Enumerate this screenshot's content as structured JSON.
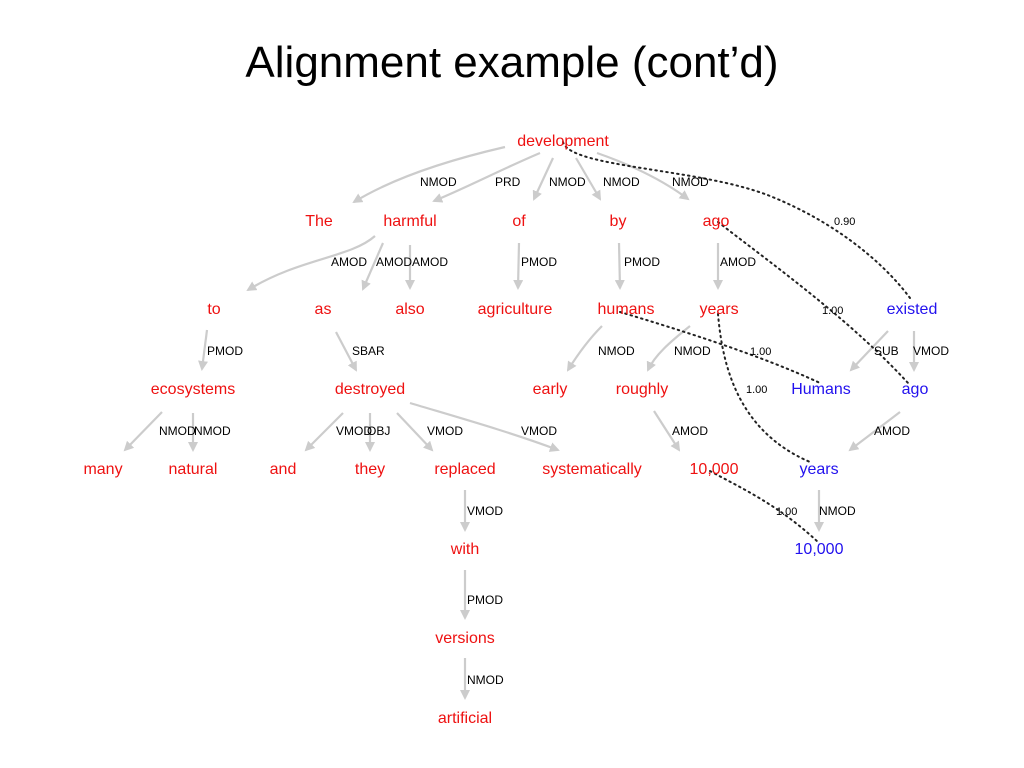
{
  "title": "Alignment example (cont’d)",
  "colors": {
    "source_tree": "#ee1111",
    "target_tree": "#2211ee",
    "edge": "#cccccc",
    "alignment": "#222222"
  },
  "source_nodes": [
    {
      "id": "development",
      "text": "development"
    },
    {
      "id": "the",
      "text": "The"
    },
    {
      "id": "harmful",
      "text": "harmful"
    },
    {
      "id": "of",
      "text": "of"
    },
    {
      "id": "by",
      "text": "by"
    },
    {
      "id": "ago_s",
      "text": "ago"
    },
    {
      "id": "to",
      "text": "to"
    },
    {
      "id": "as",
      "text": "as"
    },
    {
      "id": "also",
      "text": "also"
    },
    {
      "id": "agriculture",
      "text": "agriculture"
    },
    {
      "id": "humans_s",
      "text": "humans"
    },
    {
      "id": "years_s",
      "text": "years"
    },
    {
      "id": "ecosystems",
      "text": "ecosystems"
    },
    {
      "id": "destroyed",
      "text": "destroyed"
    },
    {
      "id": "early",
      "text": "early"
    },
    {
      "id": "roughly",
      "text": "roughly"
    },
    {
      "id": "many",
      "text": "many"
    },
    {
      "id": "natural",
      "text": "natural"
    },
    {
      "id": "and",
      "text": "and"
    },
    {
      "id": "they",
      "text": "they"
    },
    {
      "id": "replaced",
      "text": "replaced"
    },
    {
      "id": "systematically",
      "text": "systematically"
    },
    {
      "id": "n10000_s",
      "text": "10,000"
    },
    {
      "id": "with",
      "text": "with"
    },
    {
      "id": "versions",
      "text": "versions"
    },
    {
      "id": "artificial",
      "text": "artificial"
    }
  ],
  "target_nodes": [
    {
      "id": "existed",
      "text": "existed"
    },
    {
      "id": "humans_t",
      "text": "Humans"
    },
    {
      "id": "ago_t",
      "text": "ago"
    },
    {
      "id": "years_t",
      "text": "years"
    },
    {
      "id": "n10000_t",
      "text": "10,000"
    }
  ],
  "dependency_labels": [
    "NMOD",
    "PRD",
    "NMOD",
    "NMOD",
    "NMOD",
    "AMOD",
    "AMOD",
    "AMOD",
    "PMOD",
    "PMOD",
    "AMOD",
    "PMOD",
    "SBAR",
    "NMOD",
    "NMOD",
    "NMOD",
    "NMOD",
    "VMOD",
    "OBJ",
    "VMOD",
    "VMOD",
    "AMOD",
    "VMOD",
    "PMOD",
    "NMOD",
    "SUB",
    "VMOD",
    "AMOD",
    "NMOD"
  ],
  "alignment_scores": [
    "0.90",
    "1.00",
    "1.00",
    "1.00",
    "1.00"
  ]
}
